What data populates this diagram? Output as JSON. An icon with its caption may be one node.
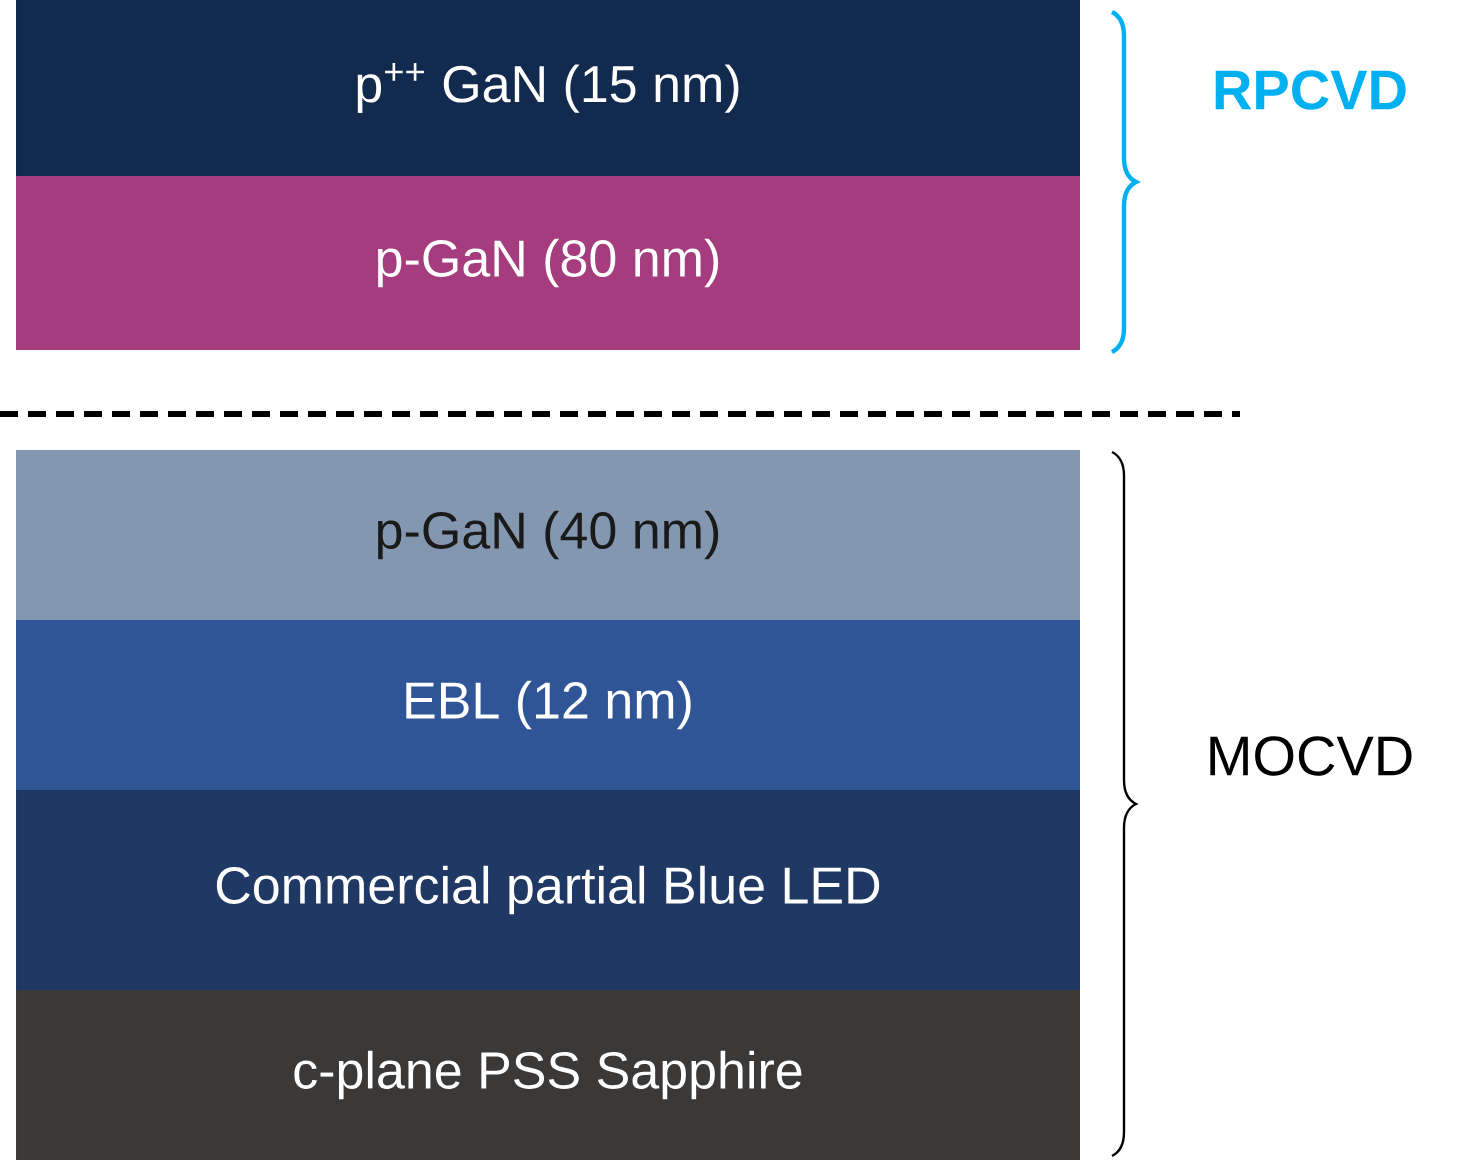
{
  "diagram": {
    "nodes": [
      {
        "text": [
          "p$^{++}$ GaN (15 nm)"
        ]
      },
      {
        "text": [
          "p-GaN (80 nm)"
        ]
      },
      {
        "text": [
          "p-GaN (40 nm)"
        ]
      },
      {
        "text": [
          "EBL (12 nm)"
        ]
      },
      {
        "text": [
          "Commercial partial Blue LED"
        ]
      },
      {
        "text": [
          "c-plane PSS Sapphire"
        ]
      }
    ],
    "edges": [],
    "labels": [
      "RPCVD",
      "MOCVD"
    ]
  }
}
